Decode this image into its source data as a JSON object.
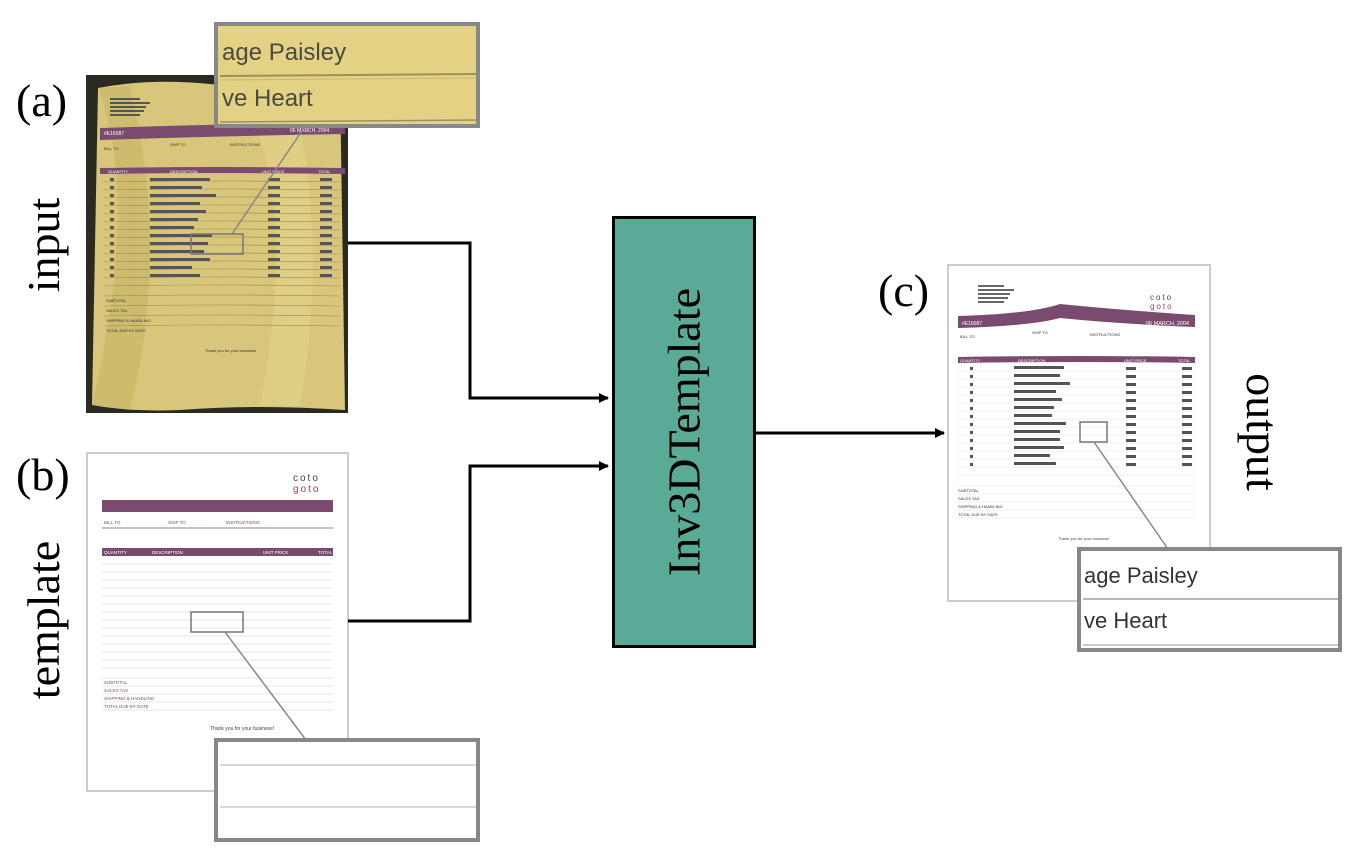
{
  "labels": {
    "a": "(a)",
    "b": "(b)",
    "c": "(c)",
    "input": "input",
    "template": "template",
    "output": "output",
    "module": "Inv3DTemplate"
  },
  "document": {
    "brand_top": "coto",
    "brand_bottom": "goto",
    "invoice_no": "#E16087",
    "date": "06 MARCH, 2004",
    "bill_to": "BILL TO",
    "ship_to": "SHIP TO",
    "instructions": "INSTRUCTIONS",
    "col_quantity": "QUANTITY",
    "col_description": "DESCRIPTION",
    "col_unit_price": "UNIT PRICE",
    "col_total": "TOTAL",
    "subtotal": "SUBTOTAL",
    "sales_tax": "SALES TAX",
    "shipping": "SHIPPING & HANDLING",
    "total_due": "TOTAL DUE BY DATE",
    "thanks": "Thank you for your business!"
  },
  "zoom": {
    "line1": "age Paisley",
    "line2": "ve Heart"
  },
  "colors": {
    "module_fill": "#5aaa98",
    "doc_band": "#7a4b6e",
    "input_paper": "#d8c77a",
    "zoom_paper": "#e3d283"
  }
}
